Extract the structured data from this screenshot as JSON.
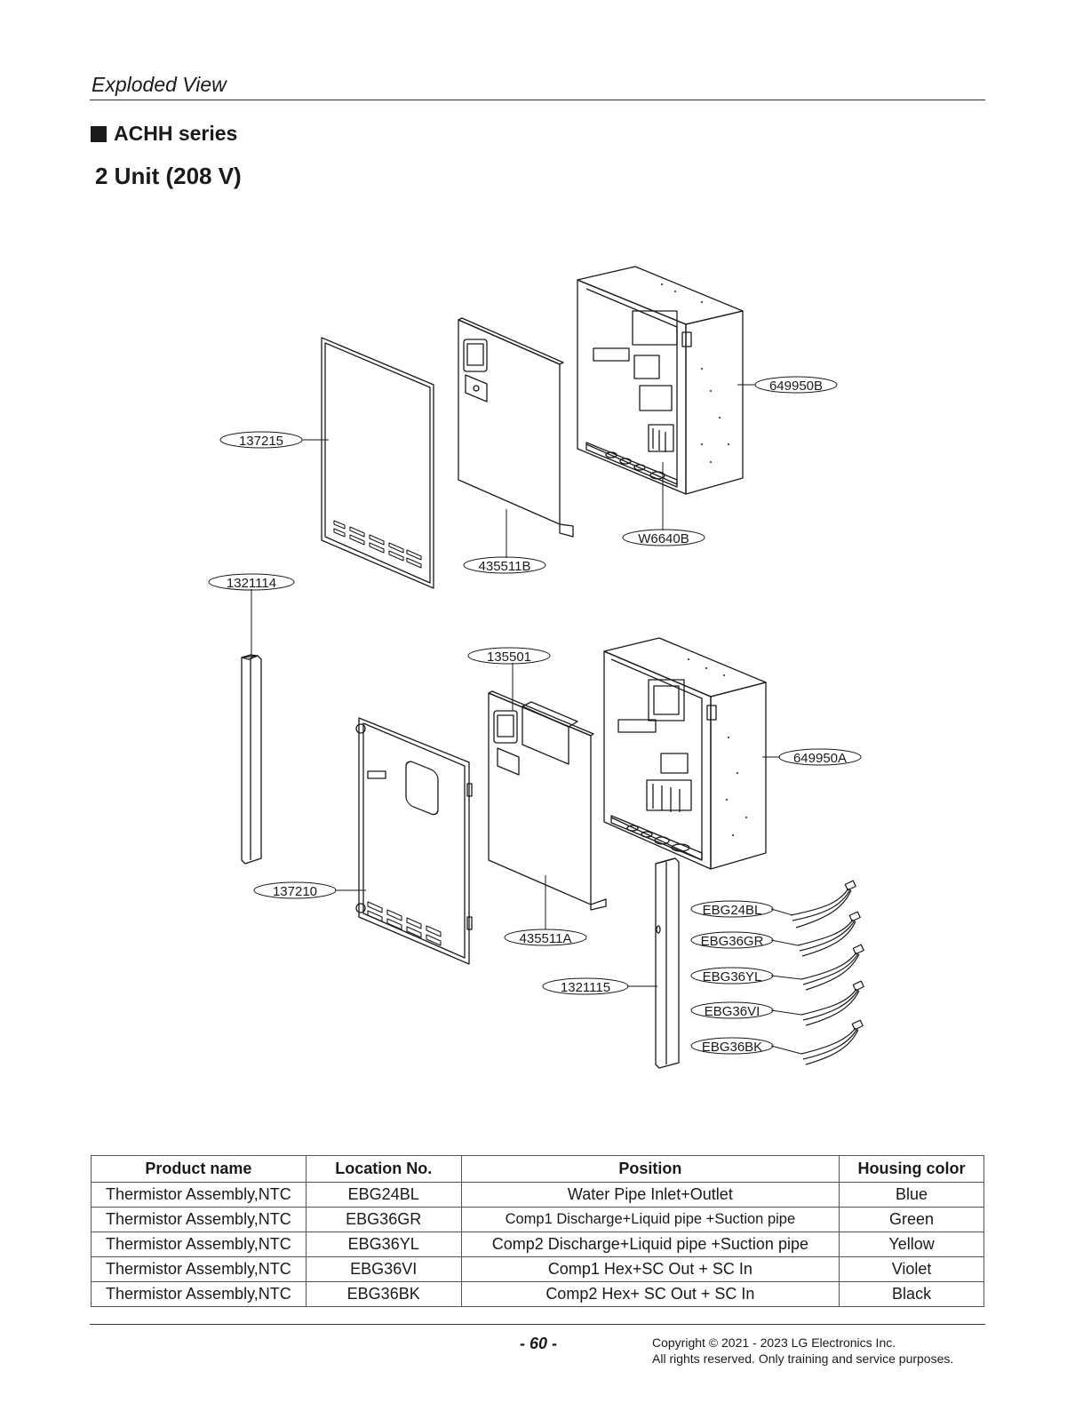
{
  "header": {
    "title": "Exploded View"
  },
  "section": {
    "series": "ACHH series",
    "unit": "2 Unit (208 V)"
  },
  "callouts": {
    "c649950B": "649950B",
    "c137215": "137215",
    "c435511B": "435511B",
    "cW6640B": "W6640B",
    "c1321114": "1321114",
    "c135501": "135501",
    "c649950A": "649950A",
    "c137210": "137210",
    "c435511A": "435511A",
    "c1321115": "1321115",
    "cEBG24BL": "EBG24BL",
    "cEBG36GR": "EBG36GR",
    "cEBG36YL": "EBG36YL",
    "cEBG36VI": "EBG36VI",
    "cEBG36BK": "EBG36BK"
  },
  "table": {
    "headers": [
      "Product name",
      "Location No.",
      "Position",
      "Housing color"
    ],
    "rows": [
      [
        "Thermistor Assembly,NTC",
        "EBG24BL",
        "Water Pipe Inlet+Outlet",
        "Blue"
      ],
      [
        "Thermistor Assembly,NTC",
        "EBG36GR",
        "Comp1 Discharge+Liquid pipe +Suction pipe",
        "Green"
      ],
      [
        "Thermistor Assembly,NTC",
        "EBG36YL",
        "Comp2 Discharge+Liquid pipe +Suction pipe",
        "Yellow"
      ],
      [
        "Thermistor Assembly,NTC",
        "EBG36VI",
        "Comp1 Hex+SC Out + SC In",
        "Violet"
      ],
      [
        "Thermistor Assembly,NTC",
        "EBG36BK",
        "Comp2 Hex+ SC Out + SC In",
        "Black"
      ]
    ]
  },
  "footer": {
    "page": "- 60 -",
    "copyright_line1": "Copyright © 2021 - 2023 LG Electronics Inc.",
    "copyright_line2": "All rights reserved. Only training and service purposes."
  }
}
